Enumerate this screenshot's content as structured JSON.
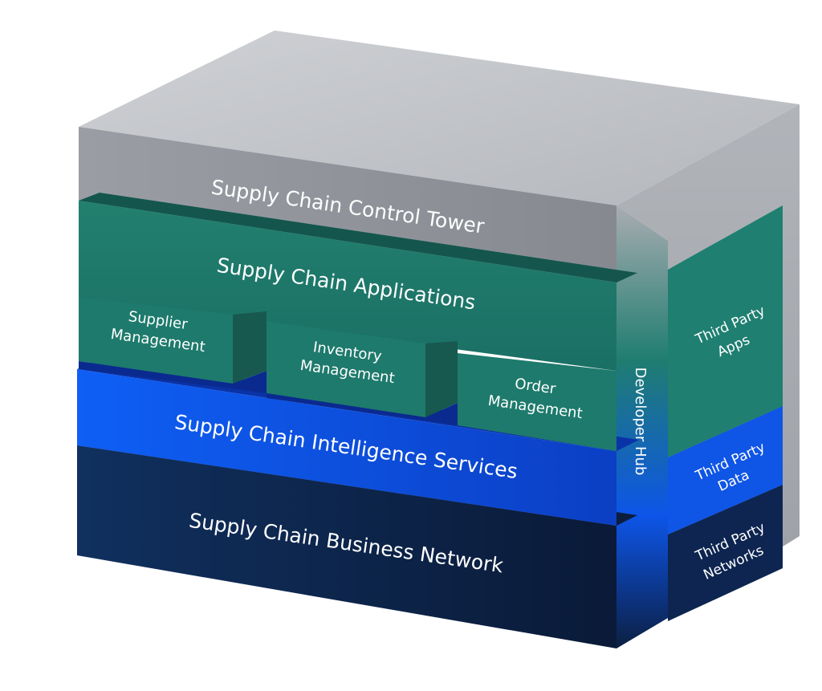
{
  "diagram": {
    "control_tower": "Supply Chain Control Tower",
    "applications": {
      "title": "Supply Chain Applications",
      "supplier_line1": "Supplier",
      "supplier_line2": "Management",
      "inventory_line1": "Inventory",
      "inventory_line2": "Management",
      "order_line1": "Order",
      "order_line2": "Management"
    },
    "intelligence": "Supply Chain Intelligence Services",
    "business_network": "Supply Chain Business Network",
    "developer_hub": "Developer Hub",
    "third_party": {
      "apps_line1": "Third Party",
      "apps_line2": "Apps",
      "data_line1": "Third Party",
      "data_line2": "Data",
      "networks_line1": "Third Party",
      "networks_line2": "Networks"
    }
  },
  "colors": {
    "gray_top": "#c6c8cc",
    "gray_front": "#8f9399",
    "gray_side": "#a9acb2",
    "teal_front": "#1e7a6e",
    "teal_dark": "#14554d",
    "teal_bright": "#1aa190",
    "blue_front": "#1262f5",
    "blue_dark": "#0a35a8",
    "navy_front": "#0d2347",
    "navy_dark": "#081530",
    "white": "#ffffff"
  }
}
